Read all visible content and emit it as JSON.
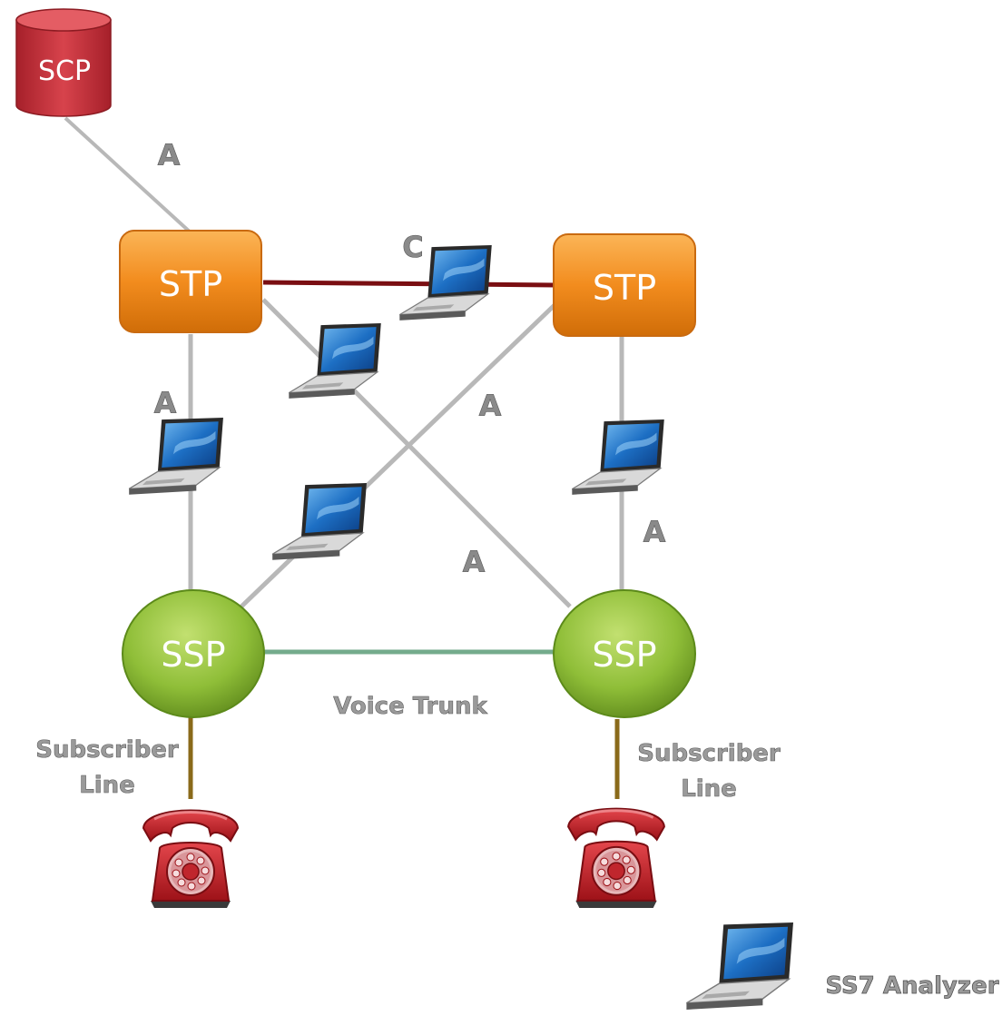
{
  "nodes": {
    "scp": "SCP",
    "stp_left": "STP",
    "stp_right": "STP",
    "ssp_left": "SSP",
    "ssp_right": "SSP"
  },
  "links": {
    "scp_to_stp": "A",
    "stp_to_stp": "C",
    "stp_left_to_ssp_left": "A",
    "cross_upper": "A",
    "cross_lower": "A",
    "stp_right_to_ssp_right": "A",
    "voice_trunk": "Voice Trunk"
  },
  "subscribers": {
    "left": {
      "line1": "Subscriber",
      "line2": "Line"
    },
    "right": {
      "line1": "Subscriber",
      "line2": "Line"
    }
  },
  "legend": {
    "icon": "laptop-icon",
    "label": "SS7 Analyzer"
  },
  "colors": {
    "scp": "#c8303a",
    "stp": "#f28c1e",
    "ssp": "#8fbe38",
    "signaling_link": "#b8b8b8",
    "c_link": "#7a0e12",
    "voice_trunk": "#74ab8c",
    "subscriber_line": "#8a6a1a",
    "phone": "#c61f26"
  }
}
